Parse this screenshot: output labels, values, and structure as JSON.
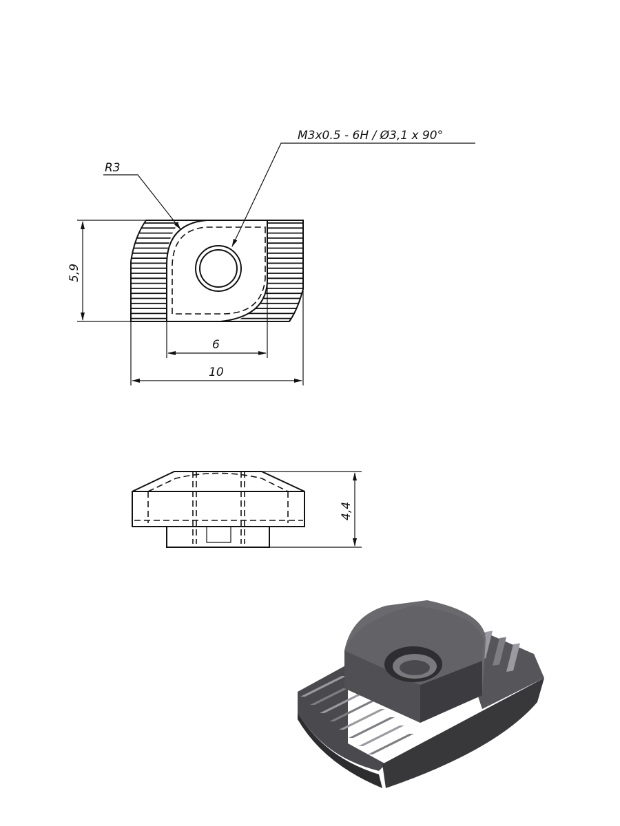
{
  "drawing": {
    "title_note": "M3x0.5 - 6H / Ø3,1 x 90°",
    "radius_note": "R3",
    "dimensions": {
      "height_top_view": "5,9",
      "boss_width": "6",
      "overall_width": "10",
      "thickness_side_view": "4,4"
    }
  },
  "colors": {
    "line": "#111111",
    "render_dark": "#3a3a3c",
    "render_mid": "#5a5a5e",
    "render_light": "#8a8a8e"
  }
}
